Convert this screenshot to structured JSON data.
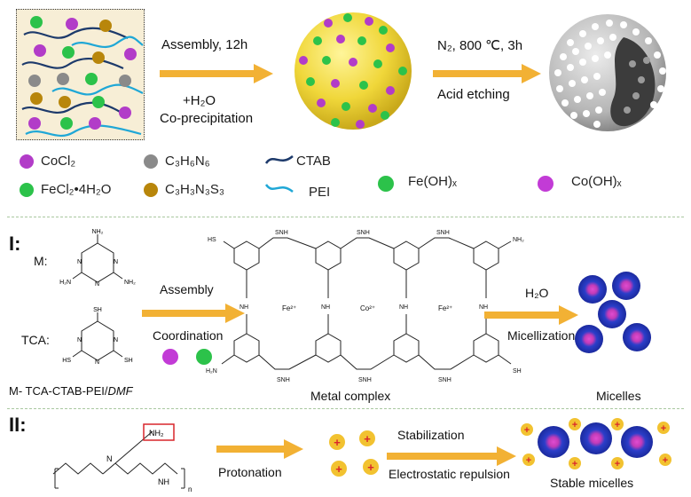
{
  "top": {
    "step1_line1": "Assembly, 12h",
    "step1_line2": "+H₂O",
    "step1_line3": "Co-precipitation",
    "step2_line1": "N₂, 800 ℃, 3h",
    "step2_line2": "Acid etching"
  },
  "legend": {
    "cocl2": "CoCl₂",
    "fecl2": "FeCl₂•4H₂O",
    "c3h6n6": "C₃H₆N₆",
    "c3h3n3s3": "C₃H₃N₃S₃",
    "ctab": "CTAB",
    "pei": "PEI",
    "feoh": "Fe(OH)ₓ",
    "cooh": "Co(OH)ₓ"
  },
  "section1": {
    "numeral": "I:",
    "m_label": "M:",
    "tca_label": "TCA:",
    "solution_label": "M- TCA-CTAB-PEI/",
    "solution_label_italic": "DMF",
    "arrow_line1": "Assembly",
    "arrow_line2": "Coordination",
    "complex_caption": "Metal complex",
    "water": "H₂O",
    "micellization": "Micellization",
    "micelles_caption": "Micelles",
    "ions": [
      "Fe²⁺",
      "Co²⁺",
      "Fe²⁺"
    ],
    "nh2": "NH₂",
    "h2n": "H₂N",
    "sh": "SH",
    "hs": "HS",
    "nh": "NH",
    "ssh": "SNH",
    "n": "N",
    "s": "S"
  },
  "section2": {
    "numeral": "II:",
    "nh2_box": "NH₂",
    "nh_label": "NH",
    "n_label": "N",
    "subscript_n": "n",
    "protonation": "Protonation",
    "stabilization": "Stabilization",
    "repulsion": "Electrostatic repulsion",
    "stable_caption": "Stable micelles",
    "plus": "+"
  },
  "colors": {
    "purple": "#b23cc8",
    "green": "#2cc24a",
    "gray": "#8a8a8a",
    "brown": "#b8860b",
    "ctab_line": "#1d3a6b",
    "pei_line": "#1fa7d6",
    "sphere_yellow": "#f0d73a",
    "arrow_orange": "#f2b134",
    "micelle_blue": "#2b3ec9",
    "micelle_core": "#c23bb8",
    "divider": "#a9c7a0"
  }
}
